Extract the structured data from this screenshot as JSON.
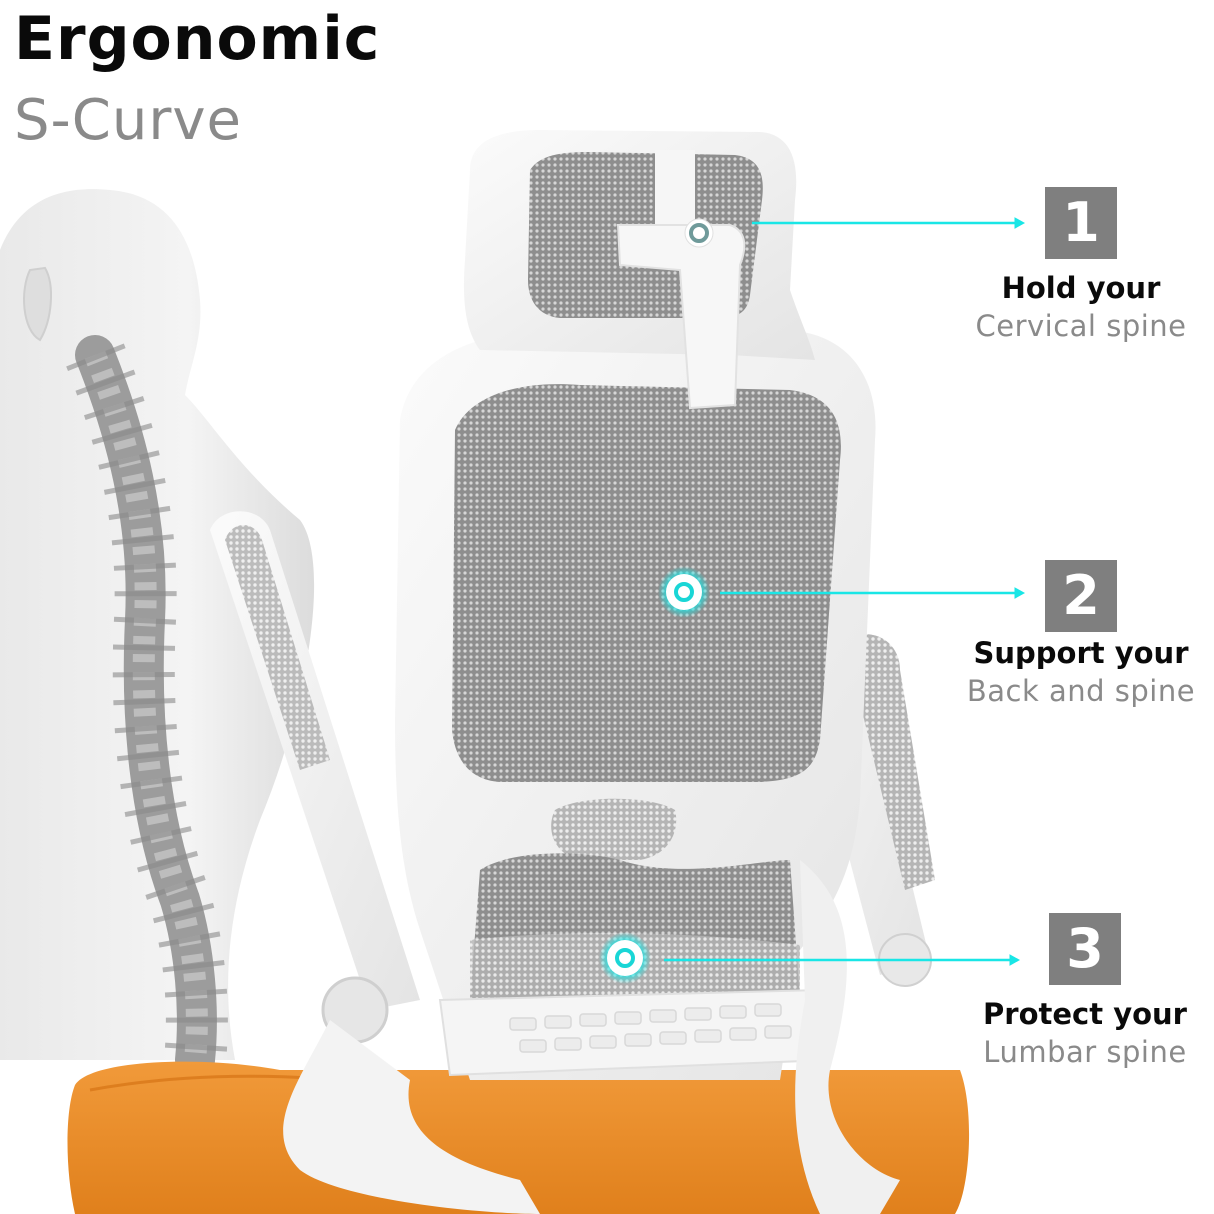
{
  "title": {
    "main": "Ergonomic",
    "sub": "S-Curve"
  },
  "colors": {
    "accent_cyan": "#19e6e6",
    "number_box": "#7f7f7f",
    "heading_text": "#0a0a0a",
    "sub_text": "#8a8a8a",
    "seat_orange": "#e98a26",
    "mesh_gray": "#9a9a9a",
    "frame_white": "#f2f2f2"
  },
  "callouts": [
    {
      "number": "1",
      "heading": "Hold your",
      "subheading": "Cervical spine",
      "target": "headrest"
    },
    {
      "number": "2",
      "heading": "Support your",
      "subheading": "Back and spine",
      "target": "backrest"
    },
    {
      "number": "3",
      "heading": "Protect your",
      "subheading": "Lumbar spine",
      "target": "lumbar-support"
    }
  ],
  "icons": {
    "marker": "target-ring-icon",
    "arrow": "arrow-right-icon"
  }
}
